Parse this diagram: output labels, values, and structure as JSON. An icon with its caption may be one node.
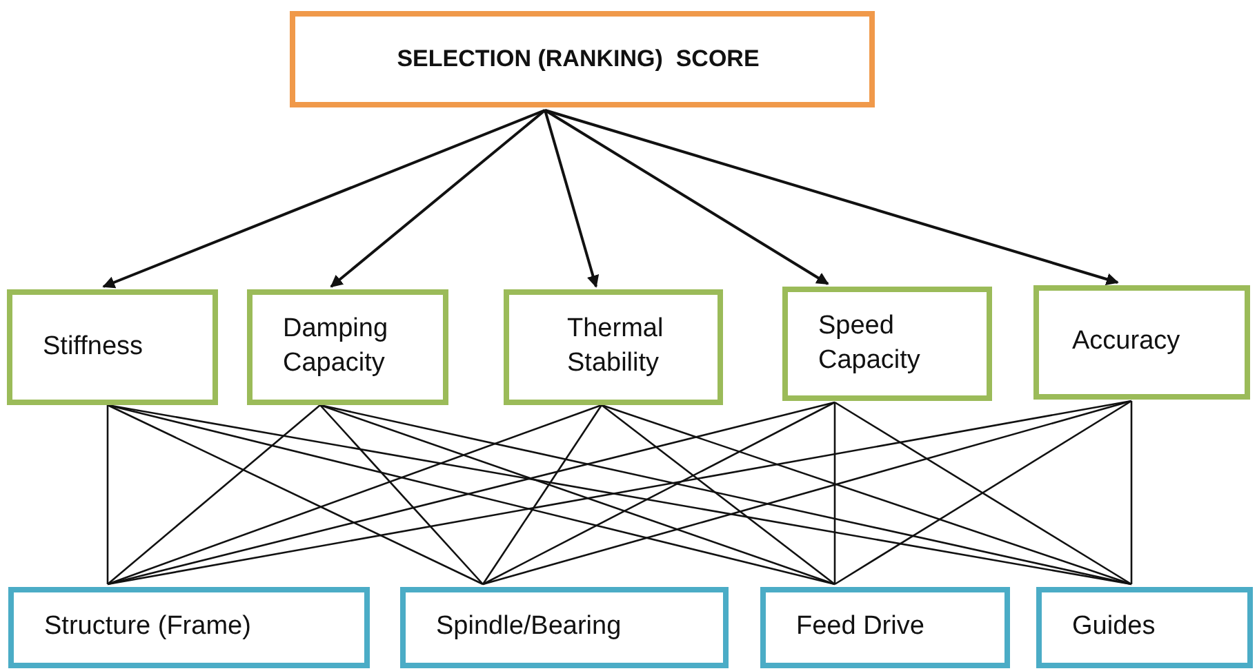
{
  "diagram": {
    "nodes": [
      {
        "text": [
          "SELECTION (RANKING)  SCORE"
        ]
      },
      {
        "text": [
          "Stiffness"
        ]
      },
      {
        "text": [
          "Damping Capacity"
        ]
      },
      {
        "text": [
          "Thermal Stability"
        ]
      },
      {
        "text": [
          "Speed Capacity"
        ]
      },
      {
        "text": [
          "Accuracy"
        ]
      },
      {
        "text": [
          "Structure (Frame)"
        ]
      },
      {
        "text": [
          "Spindle/Bearing"
        ]
      },
      {
        "text": [
          "Feed Drive"
        ]
      },
      {
        "text": [
          "Guides"
        ]
      }
    ],
    "edges": [
      {
        "from": 0,
        "to": 1,
        "arrow": "to"
      },
      {
        "from": 0,
        "to": 2,
        "arrow": "to"
      },
      {
        "from": 0,
        "to": 3,
        "arrow": "to"
      },
      {
        "from": 0,
        "to": 4,
        "arrow": "to"
      },
      {
        "from": 0,
        "to": 5,
        "arrow": "to"
      },
      {
        "from": 1,
        "to": 6,
        "arrow": "none"
      },
      {
        "from": 1,
        "to": 7,
        "arrow": "none"
      },
      {
        "from": 1,
        "to": 8,
        "arrow": "none"
      },
      {
        "from": 1,
        "to": 9,
        "arrow": "none"
      },
      {
        "from": 2,
        "to": 6,
        "arrow": "none"
      },
      {
        "from": 2,
        "to": 7,
        "arrow": "none"
      },
      {
        "from": 2,
        "to": 8,
        "arrow": "none"
      },
      {
        "from": 2,
        "to": 9,
        "arrow": "none"
      },
      {
        "from": 3,
        "to": 6,
        "arrow": "none"
      },
      {
        "from": 3,
        "to": 7,
        "arrow": "none"
      },
      {
        "from": 3,
        "to": 8,
        "arrow": "none"
      },
      {
        "from": 3,
        "to": 9,
        "arrow": "none"
      },
      {
        "from": 4,
        "to": 6,
        "arrow": "none"
      },
      {
        "from": 4,
        "to": 7,
        "arrow": "none"
      },
      {
        "from": 4,
        "to": 8,
        "arrow": "none"
      },
      {
        "from": 4,
        "to": 9,
        "arrow": "none"
      },
      {
        "from": 5,
        "to": 6,
        "arrow": "none"
      },
      {
        "from": 5,
        "to": 7,
        "arrow": "none"
      },
      {
        "from": 5,
        "to": 8,
        "arrow": "none"
      },
      {
        "from": 5,
        "to": 9,
        "arrow": "none"
      }
    ]
  }
}
